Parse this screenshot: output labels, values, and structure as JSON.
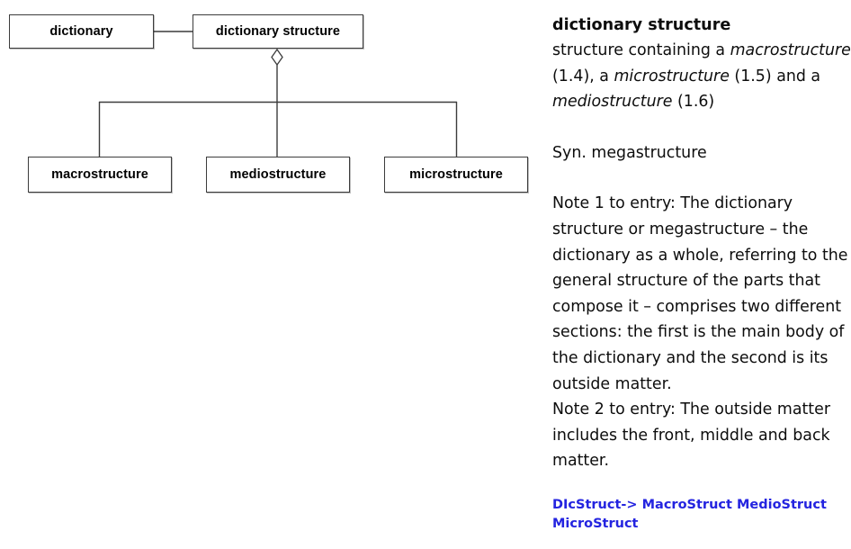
{
  "diagram": {
    "nodes": [
      {
        "id": "dictionary",
        "label": "dictionary"
      },
      {
        "id": "dictionary-structure",
        "label": "dictionary structure"
      },
      {
        "id": "macrostructure",
        "label": "macrostructure"
      },
      {
        "id": "mediostructure",
        "label": "mediostructure"
      },
      {
        "id": "microstructure",
        "label": "microstructure"
      }
    ],
    "relations": [
      {
        "from": "dictionary",
        "to": "dictionary structure",
        "type": "association"
      },
      {
        "from": "dictionary structure",
        "to": "macrostructure",
        "type": "aggregation"
      },
      {
        "from": "dictionary structure",
        "to": "mediostructure",
        "type": "aggregation"
      },
      {
        "from": "dictionary structure",
        "to": "microstructure",
        "type": "aggregation"
      }
    ],
    "aggregation_marker": "open-diamond",
    "line_color": "#3c3c3c",
    "node_fill": "#ffffff"
  },
  "entry": {
    "term": "dictionary structure",
    "definition": {
      "lead": "structure containing a ",
      "ref1": "macrostructure",
      "ref1_num": " (1.4), a ",
      "ref2": "microstructure",
      "ref2_num": " (1.5) and a ",
      "ref3": "mediostructure",
      "ref3_num": " (1.6)"
    },
    "synonym": "Syn. megastructure",
    "notes": [
      "Note 1 to entry: The dictionary structure or megastructure – the dictionary as a whole, referring to the general structure of the parts that compose it – comprises two different sections: the first is the main body of the dictionary and the second is its outside matter.",
      "Note 2 to entry: The outside matter includes the front, middle and back matter."
    ],
    "relation_line": "DIcStruct-> MacroStruct MedioStruct MicroStruct",
    "relation_color": "#2424e0"
  }
}
